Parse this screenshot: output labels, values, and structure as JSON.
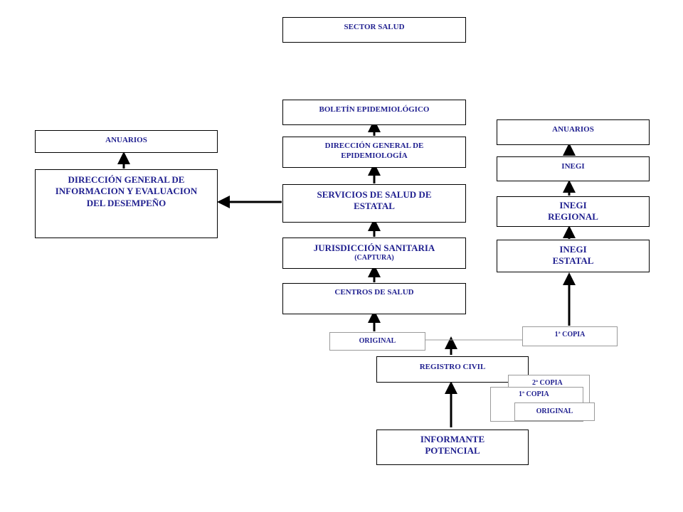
{
  "top": {
    "sector_salud": "SECTOR SALUD"
  },
  "center_column": {
    "boletin": "BOLETÍN EPIDEMIOLÓGICO",
    "direccion_epidemiologia": "DIRECCIÓN GENERAL DE EPIDEMIOLOGÍA",
    "servicios_salud": "SERVICIOS DE SALUD DE ESTATAL",
    "jurisdiccion": "JURISDICCIÓN SANITARIA",
    "jurisdiccion_sub": "(CAPTURA)",
    "centros_salud": "CENTROS DE SALUD",
    "original": "ORIGINAL",
    "registro_civil": "REGISTRO CIVIL",
    "informante": "INFORMANTE POTENCIAL"
  },
  "left_column": {
    "anuarios": "ANUARIOS",
    "direccion_informacion": "DIRECCIÓN GENERAL DE INFORMACION Y EVALUACION DEL DESEMPEÑO"
  },
  "right_column": {
    "anuarios": "ANUARIOS",
    "inegi": "INEGI",
    "inegi_regional": "INEGI REGIONAL",
    "inegi_estatal": "INEGI ESTATAL",
    "primera_copia": "1ª COPIA"
  },
  "copies_stack": {
    "segunda_copia": "2ª COPIA",
    "primera_copia": "1ª COPIA",
    "original": "ORIGINAL"
  },
  "colors": {
    "text": "#1f1f8f",
    "border": "#000000",
    "light_border": "#9a9a9a",
    "arrow": "#000000"
  }
}
